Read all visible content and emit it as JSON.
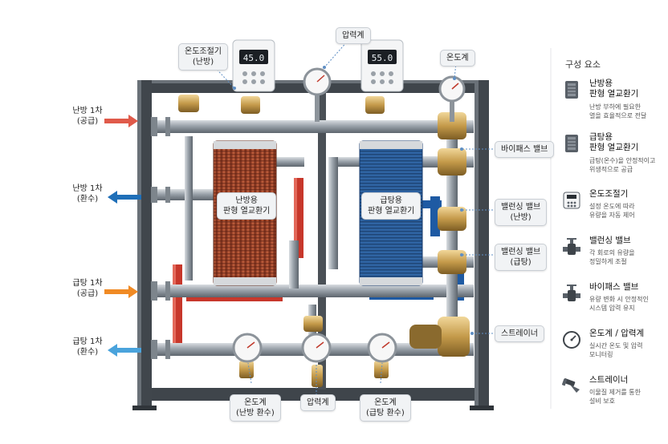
{
  "callouts": {
    "temp_controller": "온도조절기\n(난방)",
    "pressure_gauge_top": "압력계",
    "thermometer_top": "온도계",
    "bypass_valve": "바이패스 밸브",
    "balancing_heating": "밸런싱 밸브\n(난방)",
    "balancing_hotwater": "밸런싱 밸브\n(급탕)",
    "strainer": "스트레이너",
    "hx_heating": "난방용\n판형 열교환기",
    "hx_hotwater": "급탕용\n판형 열교환기",
    "thermometer_heating_return": "온도계\n(난방 환수)",
    "pressure_gauge_bottom": "압력계",
    "thermometer_hotwater_return": "온도계\n(급탕 환수)"
  },
  "side_labels": [
    {
      "text": "난방 1차\n(공급)",
      "arrow_color": "#e05a4a",
      "direction": "in"
    },
    {
      "text": "난방 1차\n(환수)",
      "arrow_color": "#1f6fb8",
      "direction": "out"
    },
    {
      "text": "급탕 1차\n(공급)",
      "arrow_color": "#f08a24",
      "direction": "in"
    },
    {
      "text": "급탕 1차\n(환수)",
      "arrow_color": "#4aa3dc",
      "direction": "out"
    }
  ],
  "displays": {
    "controller_left": "45.0",
    "controller_right": "55.0"
  },
  "legend": {
    "title": "구성 요소",
    "items": [
      {
        "name": "난방용\n판형 열교환기",
        "desc": "난방 부하에 필요한\n열을 효율적으로 전달",
        "icon": "heat-exchanger-icon"
      },
      {
        "name": "급탕용\n판형 열교환기",
        "desc": "급탕(온수)을 안정적이고\n위생적으로 공급",
        "icon": "heat-exchanger-icon"
      },
      {
        "name": "온도조절기",
        "desc": "설정 온도에 따라\n유량을 자동 제어",
        "icon": "temperature-controller-icon"
      },
      {
        "name": "밸런싱 밸브",
        "desc": "각 회로의 유량을\n정밀하게 조절",
        "icon": "balancing-valve-icon"
      },
      {
        "name": "바이패스 밸브",
        "desc": "유량 변화 시 안정적인\n시스템 압력 유지",
        "icon": "bypass-valve-icon"
      },
      {
        "name": "온도계 / 압력계",
        "desc": "실시간 온도 및 압력\n모니터링",
        "icon": "gauge-icon"
      },
      {
        "name": "스트레이너",
        "desc": "이물질 제거를 통한\n설비 보호",
        "icon": "strainer-icon"
      }
    ]
  }
}
